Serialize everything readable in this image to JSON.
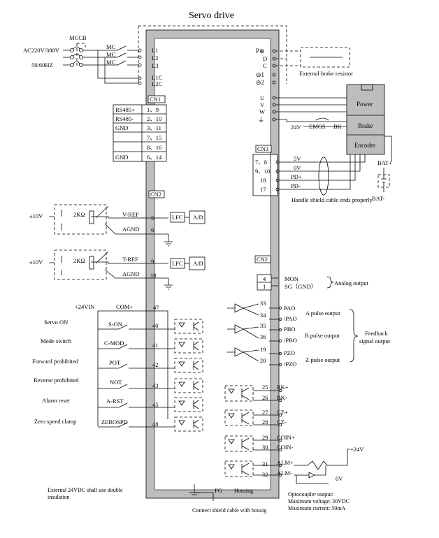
{
  "title": "Servo drive",
  "power": {
    "breaker": "MCCB",
    "supply_voltage": "AC220V/380V",
    "supply_freq": "50/60HZ",
    "contactor": "MC",
    "terminals": [
      "L1",
      "L2",
      "L3",
      "L1C",
      "L2C"
    ]
  },
  "brake_resistor": {
    "terminals": [
      "P⊕",
      "D",
      "C",
      "⊖1",
      "⊖2"
    ],
    "label": "External brake resistor"
  },
  "motor": {
    "terminals": [
      "U",
      "V",
      "W",
      "⏚"
    ],
    "power": "Power",
    "brake": "Brake",
    "encoder": "Encoder",
    "brake_supply": "24V",
    "emgs": "EMGS",
    "bk": "BK",
    "bat_plus": "BAT+",
    "bat_minus": "BAT-"
  },
  "cn1": {
    "label": "CN1",
    "rows": [
      {
        "name": "RS485+",
        "pins": "1、9"
      },
      {
        "name": "RS485-",
        "pins": "2、10"
      },
      {
        "name": "GND",
        "pins": "3、11"
      },
      {
        "name": "",
        "pins": "7、15"
      },
      {
        "name": "",
        "pins": "8、16"
      },
      {
        "name": "GND",
        "pins": "6、14"
      }
    ]
  },
  "cn3": {
    "label": "CN3",
    "rows": [
      {
        "pins": "7、8",
        "sig": "5V"
      },
      {
        "pins": "9、10",
        "sig": "0V"
      },
      {
        "pins": "18",
        "sig": "PD+"
      },
      {
        "pins": "17",
        "sig": "PD-"
      }
    ],
    "note": "Handle shield cable ends properly"
  },
  "cn2_left": {
    "label": "CN2",
    "pot_supply": "±10V",
    "pot": "2KΩ",
    "vref": "V-REF",
    "vref_pin": "5",
    "agnd": "AGND",
    "agnd1_pin": "6",
    "tref": "T-REF",
    "tref_pin": "9",
    "agnd2_pin": "10",
    "lfc": "LFC",
    "ad": "A/D"
  },
  "inputs": {
    "supply": "+24VIN",
    "com": "COM+",
    "com_pin": "47",
    "rows": [
      {
        "desc": "Servo ON",
        "sig": "S-ON",
        "pin": "40"
      },
      {
        "desc": "Mode switch",
        "sig": "C-MOD",
        "pin": "41"
      },
      {
        "desc": "Forward prohibited",
        "sig": "POT",
        "pin": "42"
      },
      {
        "desc": "Reverse prohibited",
        "sig": "NOT",
        "pin": "43"
      },
      {
        "desc": "Alarm reset",
        "sig": "A-RST",
        "pin": "45"
      },
      {
        "desc": "Zero speed clamp",
        "sig": "ZEROSPD",
        "pin": "48"
      }
    ]
  },
  "analog_out": {
    "label": "CN2",
    "rows": [
      {
        "pin": "4",
        "sig": "MON"
      },
      {
        "pin": "1",
        "sig": "SG（GND）"
      }
    ],
    "desc": "Analog output"
  },
  "pulse_out": {
    "rows": [
      {
        "pin": "33",
        "sig": "PAO"
      },
      {
        "pin": "34",
        "sig": "/PAO"
      },
      {
        "pin": "35",
        "sig": "PBO"
      },
      {
        "pin": "36",
        "sig": "/PBO"
      },
      {
        "pin": "19",
        "sig": "PZO"
      },
      {
        "pin": "20",
        "sig": "/PZO"
      }
    ],
    "a_desc": "A pulse output",
    "b_desc": "B pulse output",
    "z_desc": "Z pulse output",
    "feedback1": "Feedback",
    "feedback2": "signal output"
  },
  "outputs": {
    "rows": [
      {
        "pin": "25",
        "sig": "BK+"
      },
      {
        "pin": "26",
        "sig": "BK-"
      },
      {
        "pin": "27",
        "sig": "CZ+"
      },
      {
        "pin": "28",
        "sig": "CZ-"
      },
      {
        "pin": "29",
        "sig": "COIN+"
      },
      {
        "pin": "30",
        "sig": "COIN-"
      },
      {
        "pin": "31",
        "sig": "ALM+"
      },
      {
        "pin": "32",
        "sig": "ALM-"
      }
    ],
    "v24": "+24V",
    "v0": "0V"
  },
  "footer": {
    "fg": "FG",
    "housing": "Housing",
    "shield": "Connect shield cable with housig",
    "ext1": "External 24VDC shall use double",
    "ext2": "insulation",
    "opto1": "Optocoupler output:",
    "opto2": "Maximum voltage: 30VDC",
    "opto3": "Maximum current: 50mA"
  }
}
